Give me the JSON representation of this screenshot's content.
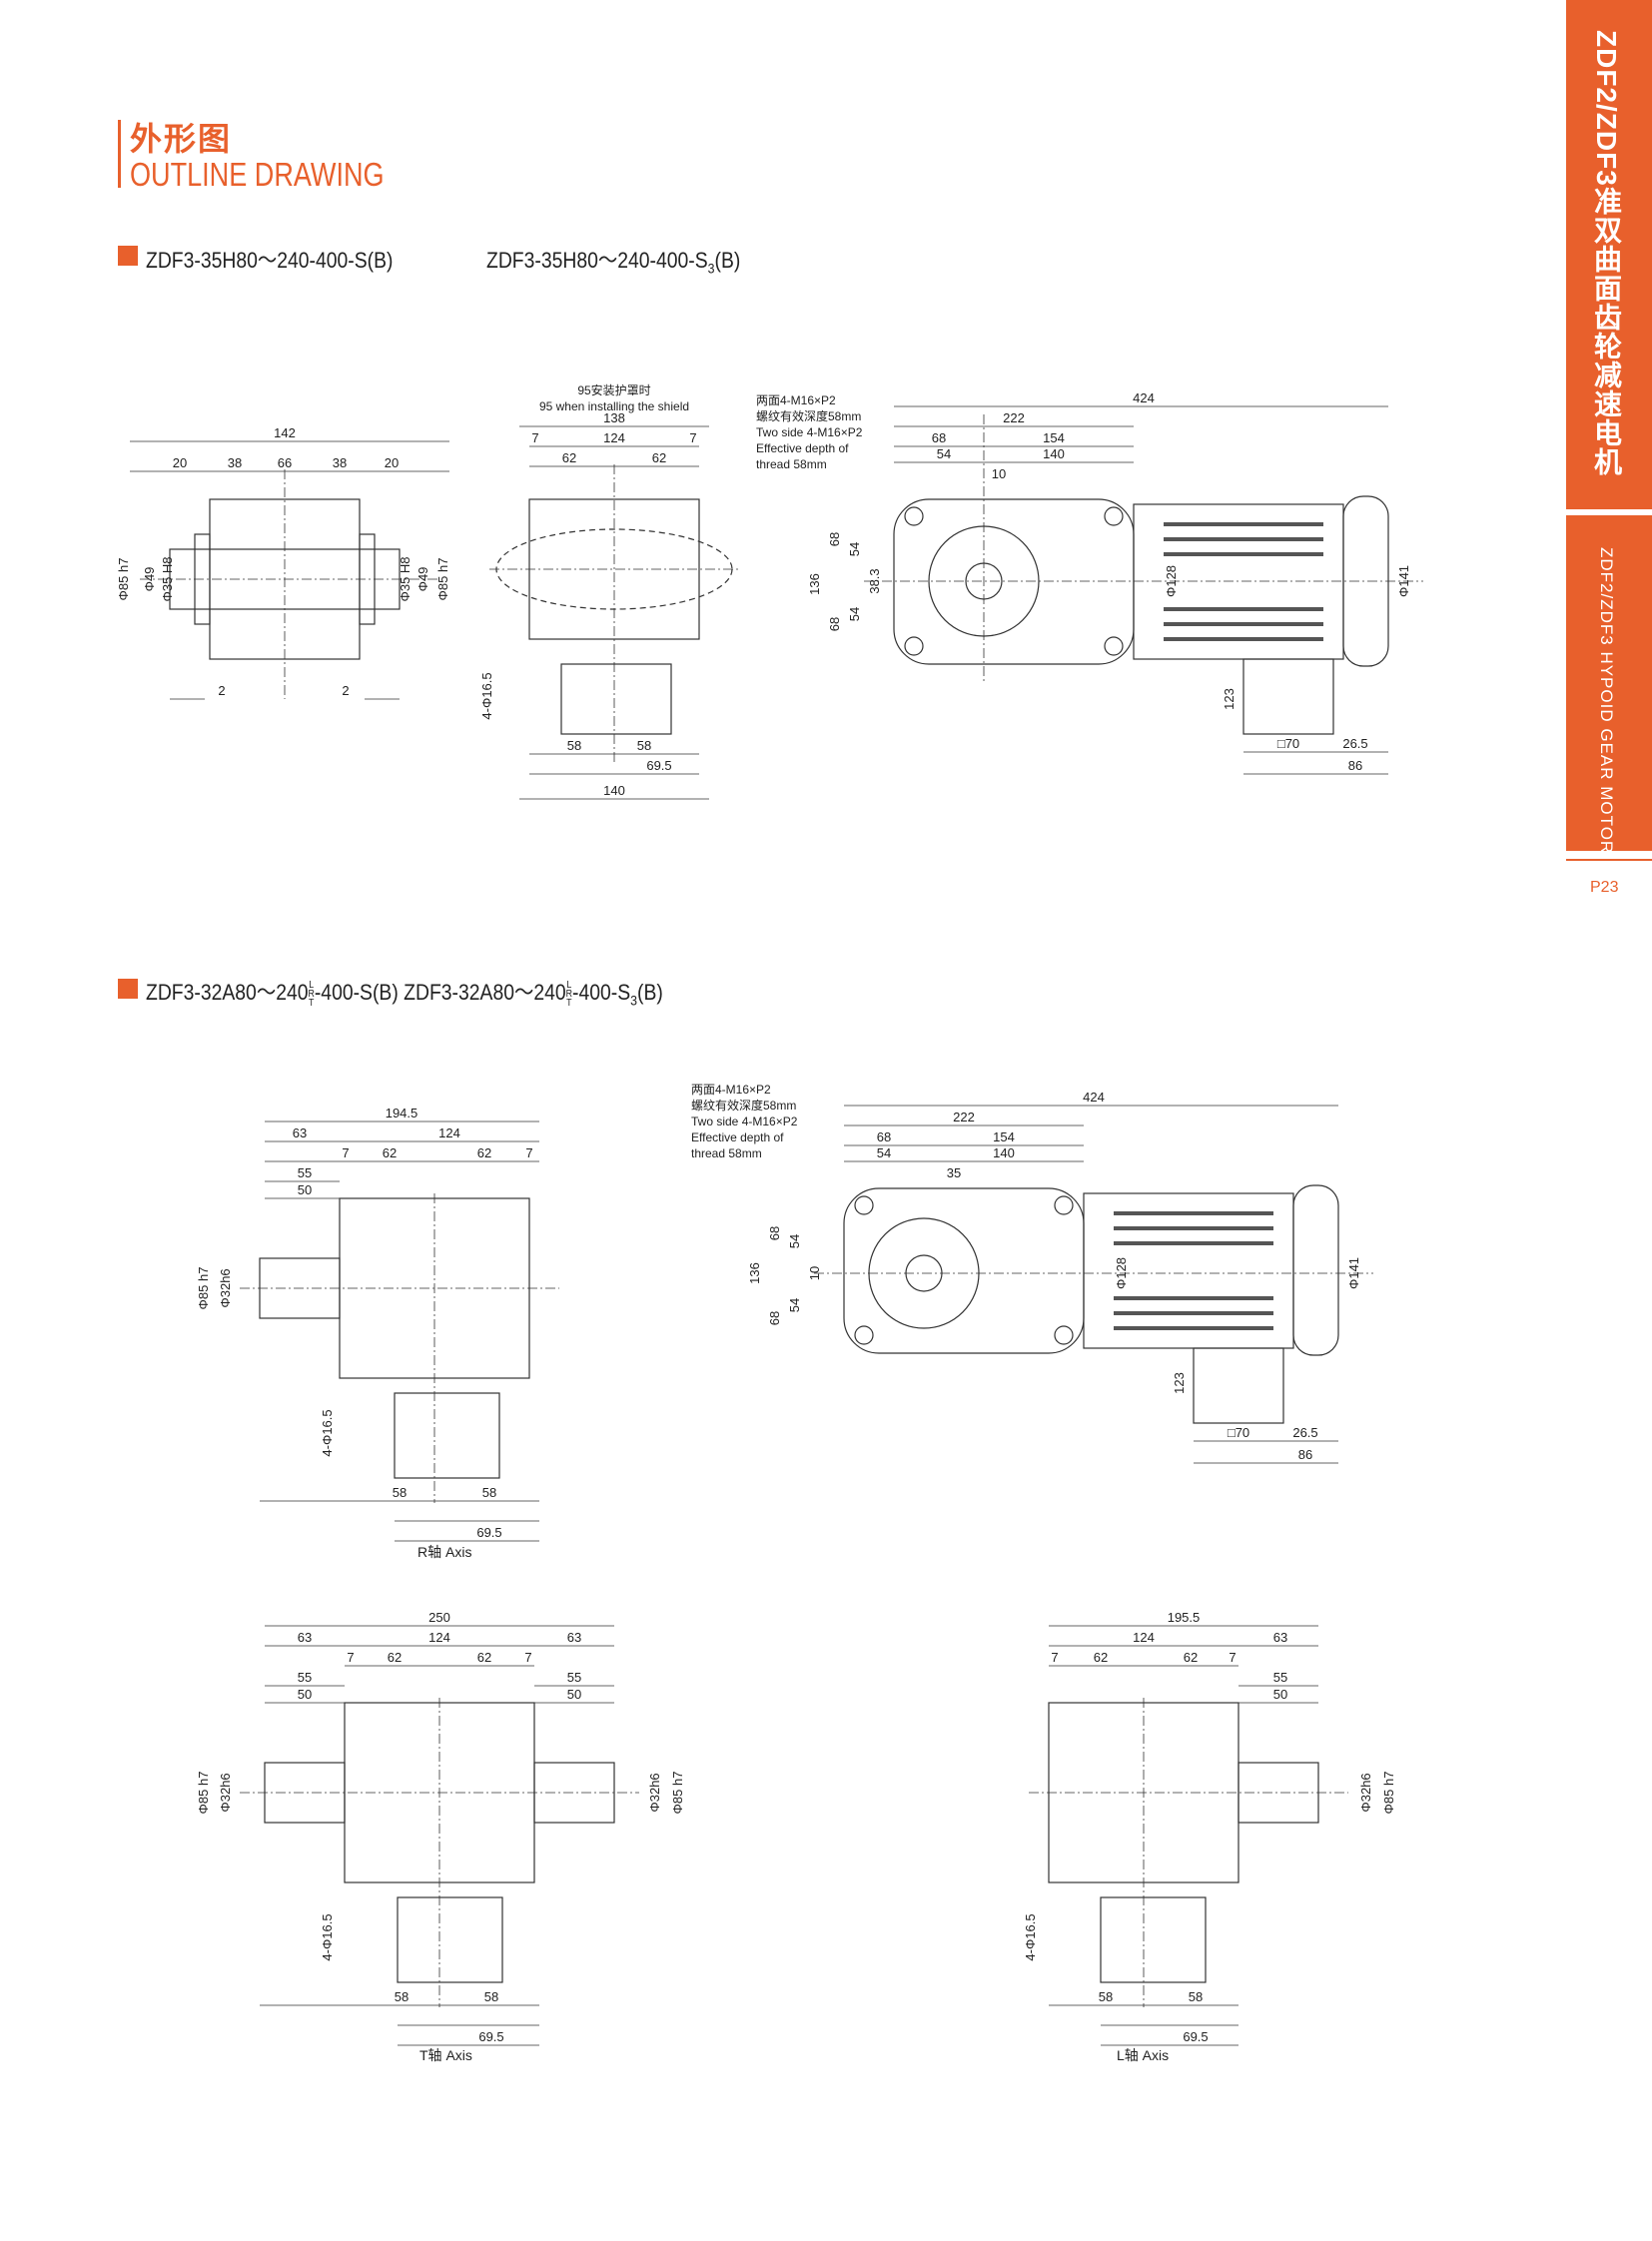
{
  "header": {
    "title_cn": "外形图",
    "title_en": "OUTLINE DRAWING"
  },
  "side_tab": {
    "title_cn": "ZDF2/ZDF3准双曲面齿轮减速电机",
    "title_en": "ZDF2/ZDF3 HYPOID GEAR MOTOR",
    "page": "P23"
  },
  "section1": {
    "model_a": "ZDF3-35H80～240-400-S(B)",
    "model_b_prefix": "ZDF3-35H80～240-400-S",
    "model_b_sub": "3",
    "model_b_suffix": "(B)"
  },
  "section2": {
    "title": "ZDF3-32A80～240",
    "stack": [
      "L",
      "R",
      "T"
    ],
    "mid": "-400-S(B)  ZDF3-32A80～240",
    "tail_prefix": "-400-S",
    "tail_sub": "3",
    "tail_suffix": "(B)"
  },
  "notes": {
    "shield_cn": "95安装护罩时",
    "shield_en": "95 when installing the shield",
    "thread_cn1": "两面4-M16×P2",
    "thread_cn2": "螺纹有效深度58mm",
    "thread_en1": "Two side 4-M16×P2",
    "thread_en2": "Effective depth of",
    "thread_en3": "thread 58mm"
  },
  "captions": {
    "r_axis": "R轴 Axis",
    "t_axis": "T轴 Axis",
    "l_axis": "L轴 Axis"
  },
  "dims": {
    "d1": {
      "w142": "142",
      "w20": "20",
      "w38": "38",
      "w66": "66",
      "d85": "Φ85 h7",
      "d49": "Φ49",
      "d35": "Φ35 H8",
      "w2": "2"
    },
    "d2": {
      "w138": "138",
      "w7": "7",
      "w124": "124",
      "w62": "62",
      "hole": "4-Φ16.5",
      "w58": "58",
      "w69": "69.5",
      "w140": "140"
    },
    "d3": {
      "w424": "424",
      "w222": "222",
      "w68": "68",
      "w154": "154",
      "w54": "54",
      "w140": "140",
      "w10": "10",
      "h136": "136",
      "h68": "68",
      "h54": "54",
      "h383": "38.3",
      "d128": "Φ128",
      "d141": "Φ141",
      "h123": "123",
      "sq70": "□70",
      "w265": "26.5",
      "w86": "86"
    },
    "d4": {
      "w1945": "194.5",
      "w63": "63",
      "w124": "124",
      "w7": "7",
      "w62": "62",
      "w55": "55",
      "w50": "50",
      "d85": "Φ85 h7",
      "d32": "Φ32h6",
      "hole": "4-Φ16.5",
      "w58": "58",
      "w695": "69.5"
    },
    "d5": {
      "w424": "424",
      "w222": "222",
      "w68": "68",
      "w154": "154",
      "w54": "54",
      "w140": "140",
      "w35": "35",
      "h136": "136",
      "h68": "68",
      "h54": "54",
      "h10": "10",
      "d128": "Φ128",
      "d141": "Φ141",
      "h123": "123",
      "sq70": "□70",
      "w265": "26.5",
      "w86": "86"
    },
    "d6": {
      "w250": "250",
      "w63": "63",
      "w124": "124",
      "w7": "7",
      "w62": "62",
      "w55": "55",
      "w50": "50",
      "d85": "Φ85 h7",
      "d32": "Φ32h6",
      "hole": "4-Φ16.5",
      "w58": "58",
      "w695": "69.5"
    },
    "d7": {
      "w1955": "195.5",
      "w124": "124",
      "w63": "63",
      "w7": "7",
      "w62": "62",
      "w55": "55",
      "w50": "50",
      "d32": "Φ32h6",
      "d85": "Φ85 h7",
      "hole": "4-Φ16.5",
      "w58": "58",
      "w695": "69.5"
    }
  }
}
